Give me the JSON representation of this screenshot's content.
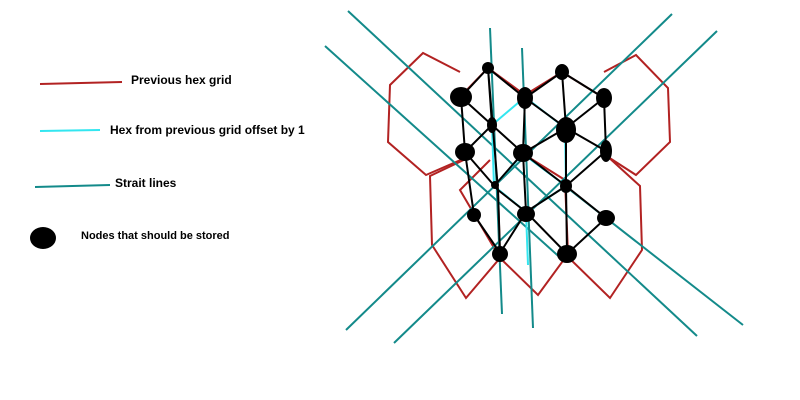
{
  "legend": {
    "previous_hex": "Previous hex grid",
    "offset_hex": "Hex from previous grid offset by 1",
    "straight_lines": "Strait lines",
    "nodes": "Nodes that should be stored"
  },
  "colors": {
    "previous_hex": "#b22222",
    "offset_hex": "#33e6f0",
    "straight_lines": "#138a8a",
    "links": "#000000",
    "nodes": "#000000"
  }
}
